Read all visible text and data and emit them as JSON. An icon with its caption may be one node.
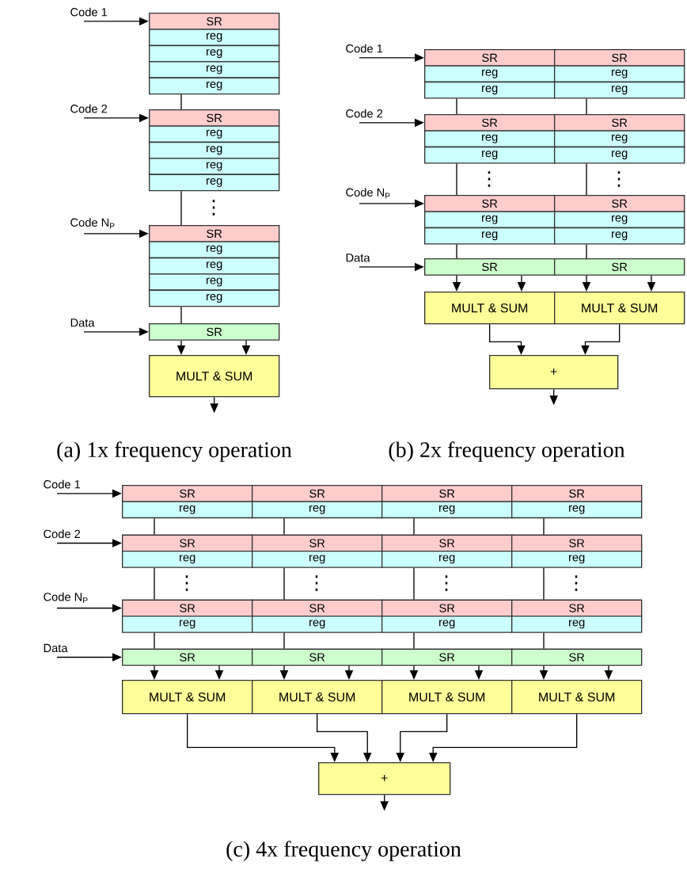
{
  "diagram": {
    "nodes": [
      {
        "text": [
          "Code 1"
        ]
      },
      {
        "text": [
          "SR"
        ]
      },
      {
        "text": [
          "reg"
        ]
      },
      {
        "text": [
          "reg"
        ]
      },
      {
        "text": [
          "reg"
        ]
      },
      {
        "text": [
          "reg"
        ]
      },
      {
        "text": [
          "Code 2"
        ]
      },
      {
        "text": [
          "SR"
        ]
      },
      {
        "text": [
          "reg"
        ]
      },
      {
        "text": [
          "reg"
        ]
      },
      {
        "text": [
          "reg"
        ]
      },
      {
        "text": [
          "reg"
        ]
      },
      {
        "text": [
          "Code N$_{P}$"
        ]
      },
      {
        "text": [
          "SR"
        ]
      },
      {
        "text": [
          "reg"
        ]
      },
      {
        "text": [
          "reg"
        ]
      },
      {
        "text": [
          "reg"
        ]
      },
      {
        "text": [
          "reg"
        ]
      },
      {
        "text": [
          "Data"
        ]
      },
      {
        "text": [
          "SR"
        ]
      },
      {
        "text": [
          "MULT & SUM"
        ]
      },
      {
        "text": [
          "Code 1"
        ]
      },
      {
        "text": [
          "SR"
        ]
      },
      {
        "text": [
          "SR"
        ]
      },
      {
        "text": [
          "reg"
        ]
      },
      {
        "text": [
          "reg"
        ]
      },
      {
        "text": [
          "reg"
        ]
      },
      {
        "text": [
          "reg"
        ]
      },
      {
        "text": [
          "Code 2"
        ]
      },
      {
        "text": [
          "SR"
        ]
      },
      {
        "text": [
          "SR"
        ]
      },
      {
        "text": [
          "reg"
        ]
      },
      {
        "text": [
          "reg"
        ]
      },
      {
        "text": [
          "reg"
        ]
      },
      {
        "text": [
          "reg"
        ]
      },
      {
        "text": [
          "Code N$_{P}$"
        ]
      },
      {
        "text": [
          "SR"
        ]
      },
      {
        "text": [
          "SR"
        ]
      },
      {
        "text": [
          "reg"
        ]
      },
      {
        "text": [
          "reg"
        ]
      },
      {
        "text": [
          "reg"
        ]
      },
      {
        "text": [
          "reg"
        ]
      },
      {
        "text": [
          "Data"
        ]
      },
      {
        "text": [
          "SR"
        ]
      },
      {
        "text": [
          "SR"
        ]
      },
      {
        "text": [
          "MULT & SUM"
        ]
      },
      {
        "text": [
          "MULT & SUM"
        ]
      },
      {
        "text": [
          "+"
        ]
      },
      {
        "text": [
          "Code 1"
        ]
      },
      {
        "text": [
          "SR"
        ]
      },
      {
        "text": [
          "SR"
        ]
      },
      {
        "text": [
          "SR"
        ]
      },
      {
        "text": [
          "SR"
        ]
      },
      {
        "text": [
          "reg"
        ]
      },
      {
        "text": [
          "reg"
        ]
      },
      {
        "text": [
          "reg"
        ]
      },
      {
        "text": [
          "reg"
        ]
      },
      {
        "text": [
          "Code 2"
        ]
      },
      {
        "text": [
          "SR"
        ]
      },
      {
        "text": [
          "SR"
        ]
      },
      {
        "text": [
          "SR"
        ]
      },
      {
        "text": [
          "SR"
        ]
      },
      {
        "text": [
          "reg"
        ]
      },
      {
        "text": [
          "reg"
        ]
      },
      {
        "text": [
          "reg"
        ]
      },
      {
        "text": [
          "reg"
        ]
      },
      {
        "text": [
          "Code N$_{P}$"
        ]
      },
      {
        "text": [
          "SR"
        ]
      },
      {
        "text": [
          "SR"
        ]
      },
      {
        "text": [
          "SR"
        ]
      },
      {
        "text": [
          "SR"
        ]
      },
      {
        "text": [
          "reg"
        ]
      },
      {
        "text": [
          "reg"
        ]
      },
      {
        "text": [
          "reg"
        ]
      },
      {
        "text": [
          "reg"
        ]
      },
      {
        "text": [
          "Data"
        ]
      },
      {
        "text": [
          "SR"
        ]
      },
      {
        "text": [
          "SR"
        ]
      },
      {
        "text": [
          "SR"
        ]
      },
      {
        "text": [
          "SR"
        ]
      },
      {
        "text": [
          "MULT & SUM"
        ]
      },
      {
        "text": [
          "MULT & SUM"
        ]
      },
      {
        "text": [
          "MULT & SUM"
        ]
      },
      {
        "text": [
          "MULT & SUM"
        ]
      },
      {
        "text": [
          "+"
        ]
      }
    ],
    "edges": [
      {
        "from": 0,
        "to": 1,
        "arrow": "to"
      },
      {
        "from": 5,
        "to": 7,
        "arrow": "none"
      },
      {
        "from": 6,
        "to": 7,
        "arrow": "to"
      },
      {
        "from": 11,
        "to": 13,
        "arrow": "none"
      },
      {
        "from": 12,
        "to": 13,
        "arrow": "to"
      },
      {
        "from": 17,
        "to": 19,
        "arrow": "none"
      },
      {
        "from": 18,
        "to": 19,
        "arrow": "to"
      },
      {
        "from": 19,
        "to": 20,
        "arrow": "to"
      },
      {
        "from": 19,
        "to": 20,
        "arrow": "to"
      },
      {
        "from": 20,
        "to": null,
        "arrow": "to"
      },
      {
        "from": 21,
        "to": 22,
        "arrow": "to"
      },
      {
        "from": 26,
        "to": 29,
        "arrow": "none"
      },
      {
        "from": 27,
        "to": 30,
        "arrow": "none"
      },
      {
        "from": 28,
        "to": 29,
        "arrow": "to"
      },
      {
        "from": 33,
        "to": 36,
        "arrow": "none"
      },
      {
        "from": 34,
        "to": 37,
        "arrow": "none"
      },
      {
        "from": 35,
        "to": 36,
        "arrow": "to"
      },
      {
        "from": 40,
        "to": 43,
        "arrow": "none"
      },
      {
        "from": 41,
        "to": 44,
        "arrow": "none"
      },
      {
        "from": 42,
        "to": 43,
        "arrow": "to"
      },
      {
        "from": 43,
        "to": 45,
        "arrow": "to"
      },
      {
        "from": 43,
        "to": 45,
        "arrow": "to"
      },
      {
        "from": 44,
        "to": 46,
        "arrow": "to"
      },
      {
        "from": 44,
        "to": 46,
        "arrow": "to"
      },
      {
        "from": 45,
        "to": 47,
        "arrow": "to"
      },
      {
        "from": 46,
        "to": 47,
        "arrow": "to"
      },
      {
        "from": 47,
        "to": null,
        "arrow": "to"
      },
      {
        "from": 48,
        "to": 49,
        "arrow": "to"
      },
      {
        "from": 53,
        "to": 58,
        "arrow": "none"
      },
      {
        "from": 54,
        "to": 59,
        "arrow": "none"
      },
      {
        "from": 55,
        "to": 60,
        "arrow": "none"
      },
      {
        "from": 56,
        "to": 61,
        "arrow": "none"
      },
      {
        "from": 57,
        "to": 58,
        "arrow": "to"
      },
      {
        "from": 62,
        "to": 67,
        "arrow": "none"
      },
      {
        "from": 63,
        "to": 68,
        "arrow": "none"
      },
      {
        "from": 64,
        "to": 69,
        "arrow": "none"
      },
      {
        "from": 65,
        "to": 70,
        "arrow": "none"
      },
      {
        "from": 66,
        "to": 67,
        "arrow": "to"
      },
      {
        "from": 71,
        "to": 76,
        "arrow": "none"
      },
      {
        "from": 72,
        "to": 77,
        "arrow": "none"
      },
      {
        "from": 73,
        "to": 78,
        "arrow": "none"
      },
      {
        "from": 74,
        "to": 79,
        "arrow": "none"
      },
      {
        "from": 75,
        "to": 76,
        "arrow": "to"
      },
      {
        "from": 76,
        "to": 80,
        "arrow": "to"
      },
      {
        "from": 76,
        "to": 80,
        "arrow": "to"
      },
      {
        "from": 77,
        "to": 81,
        "arrow": "to"
      },
      {
        "from": 77,
        "to": 81,
        "arrow": "to"
      },
      {
        "from": 78,
        "to": 82,
        "arrow": "to"
      },
      {
        "from": 78,
        "to": 82,
        "arrow": "to"
      },
      {
        "from": 79,
        "to": 83,
        "arrow": "to"
      },
      {
        "from": 79,
        "to": 83,
        "arrow": "to"
      },
      {
        "from": 80,
        "to": 84,
        "arrow": "to"
      },
      {
        "from": 81,
        "to": 84,
        "arrow": "to"
      },
      {
        "from": 82,
        "to": 84,
        "arrow": "to"
      },
      {
        "from": 83,
        "to": 84,
        "arrow": "to"
      },
      {
        "from": 84,
        "to": null,
        "arrow": "to"
      }
    ],
    "labels": [
      "⋮",
      "⋮",
      "⋮",
      "(a) 1x frequency operation",
      "(b) 2x frequency operation",
      "⋮",
      "⋮",
      "⋮",
      "⋮",
      "(c) 4x frequency operation"
    ]
  }
}
